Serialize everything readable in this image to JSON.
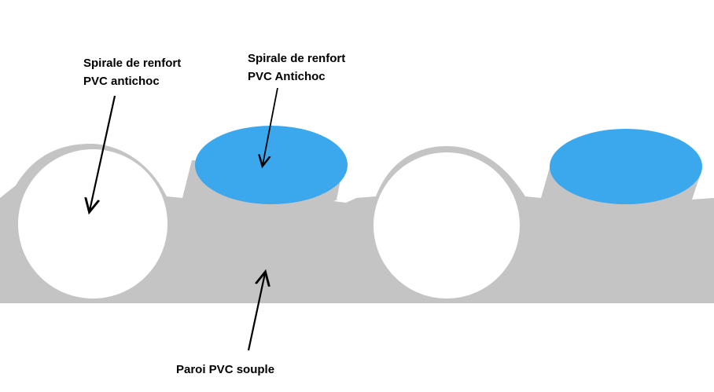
{
  "labels": {
    "spiral_left": {
      "line1": "Spirale de renfort",
      "line2": "PVC antichoc"
    },
    "spiral_top": {
      "line1": "Spirale de renfort",
      "line2": "PVC Antichoc"
    },
    "wall": {
      "text": "Paroi PVC souple"
    }
  },
  "colors": {
    "wall": "#c4c4c4",
    "spiral_hollow": "#ffffff",
    "spiral_filled": "#3ba8ee",
    "arrow": "#000000",
    "background": "#ffffff"
  }
}
